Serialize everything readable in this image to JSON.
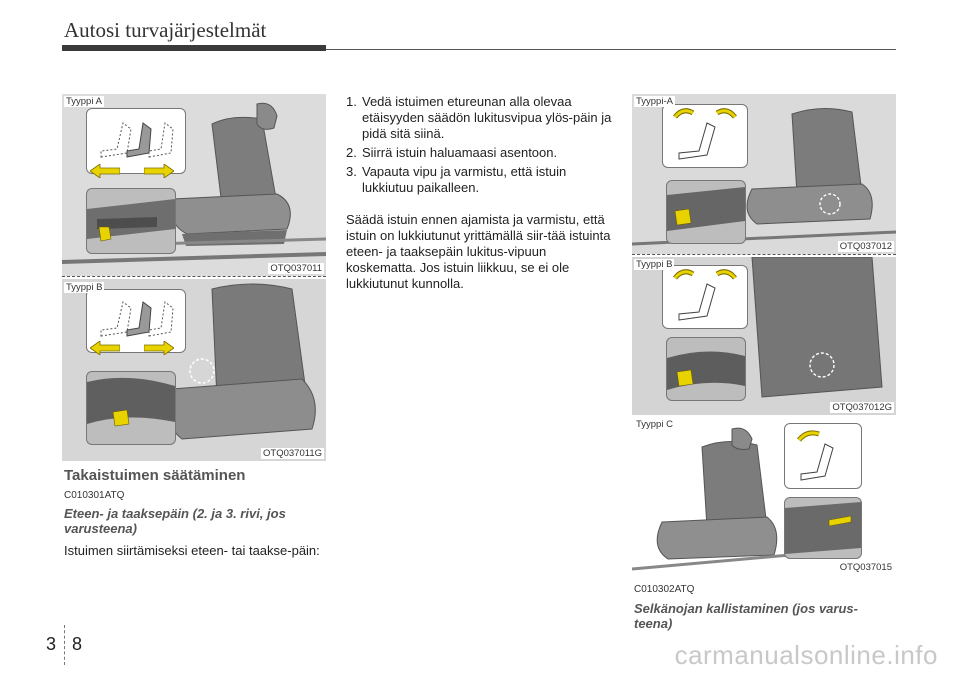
{
  "header": {
    "title": "Autosi turvajärjestelmät"
  },
  "left": {
    "fig1": {
      "type_label": "Tyyppi A",
      "caption": "OTQ037011"
    },
    "fig2": {
      "type_label": "Tyyppi B",
      "caption": "OTQ037011G"
    },
    "section_title": "Takaistuimen säätäminen",
    "code": "C010301ATQ",
    "subheading": "Eteen- ja taaksepäin (2. ja 3. rivi, jos varusteena)",
    "paragraph": "Istuimen siirtämiseksi eteen- tai taakse-päin:"
  },
  "middle": {
    "steps": [
      {
        "num": "1.",
        "text": "Vedä istuimen etureunan alla olevaa etäisyyden säädön lukitusvipua ylös-päin ja pidä sitä siinä."
      },
      {
        "num": "2.",
        "text": "Siirrä istuin haluamaasi asentoon."
      },
      {
        "num": "3.",
        "text": "Vapauta vipu ja varmistu, että istuin lukkiutuu paikalleen."
      }
    ],
    "paragraph": "Säädä istuin ennen ajamista ja varmistu, että istuin on lukkiutunut yrittämällä siir-tää istuinta eteen- ja taaksepäin lukitus-vipuun koskematta. Jos istuin liikkuu, se ei ole lukkiutunut kunnolla."
  },
  "right": {
    "fig1": {
      "type_label": "Tyyppi-A",
      "caption": "OTQ037012"
    },
    "fig2": {
      "type_label": "Tyyppi B",
      "caption": "OTQ037012G"
    },
    "fig3": {
      "type_label": "Tyyppi C",
      "caption": "OTQ037015"
    },
    "code": "C010302ATQ",
    "subheading": "Selkänojan kallistaminen (jos varus-teena)"
  },
  "footer": {
    "page_chapter": "3",
    "page_number": "8",
    "watermark": "carmanualsonline.info"
  },
  "colors": {
    "arrow": "#e8d200",
    "panel": "#d9d9d9",
    "header_bar": "#3a3a3a"
  }
}
